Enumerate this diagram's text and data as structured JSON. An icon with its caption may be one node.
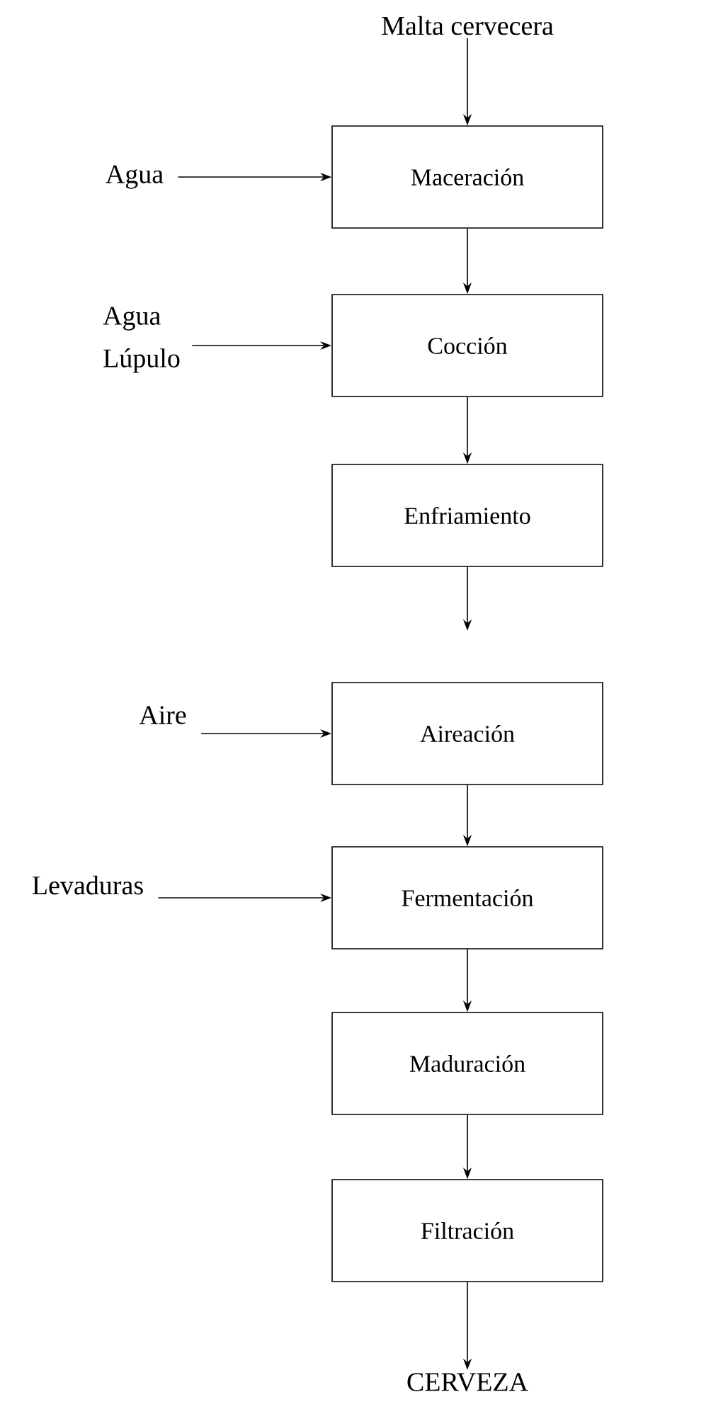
{
  "diagram": {
    "nodes": [
      {
        "text": [
          "Malta cervecera"
        ]
      },
      {
        "text": [
          "Agua"
        ]
      },
      {
        "text": [
          "Maceración"
        ]
      },
      {
        "text": [
          "Agua",
          "Lúpulo"
        ]
      },
      {
        "text": [
          "Cocción"
        ]
      },
      {
        "text": [
          "Enfriamiento"
        ]
      },
      {
        "text": [
          "Aire"
        ]
      },
      {
        "text": [
          "Aireación"
        ]
      },
      {
        "text": [
          "Levaduras"
        ]
      },
      {
        "text": [
          "Fermentación"
        ]
      },
      {
        "text": [
          "Maduración"
        ]
      },
      {
        "text": [
          "Filtración"
        ]
      },
      {
        "text": [
          "CERVEZA"
        ]
      }
    ],
    "edges": [
      {
        "from": 0,
        "to": 2,
        "arrow": "to"
      },
      {
        "from": 1,
        "to": 2,
        "arrow": "to"
      },
      {
        "from": 2,
        "to": 4,
        "arrow": "to"
      },
      {
        "from": 3,
        "to": 4,
        "arrow": "to"
      },
      {
        "from": 4,
        "to": 5,
        "arrow": "to"
      },
      {
        "from": 5,
        "to": null,
        "arrow": "to"
      },
      {
        "from": 6,
        "to": 7,
        "arrow": "to"
      },
      {
        "from": 7,
        "to": 9,
        "arrow": "to"
      },
      {
        "from": 8,
        "to": 9,
        "arrow": "to"
      },
      {
        "from": 9,
        "to": 10,
        "arrow": "to"
      },
      {
        "from": 10,
        "to": 11,
        "arrow": "to"
      },
      {
        "from": 11,
        "to": 12,
        "arrow": "to"
      }
    ]
  }
}
